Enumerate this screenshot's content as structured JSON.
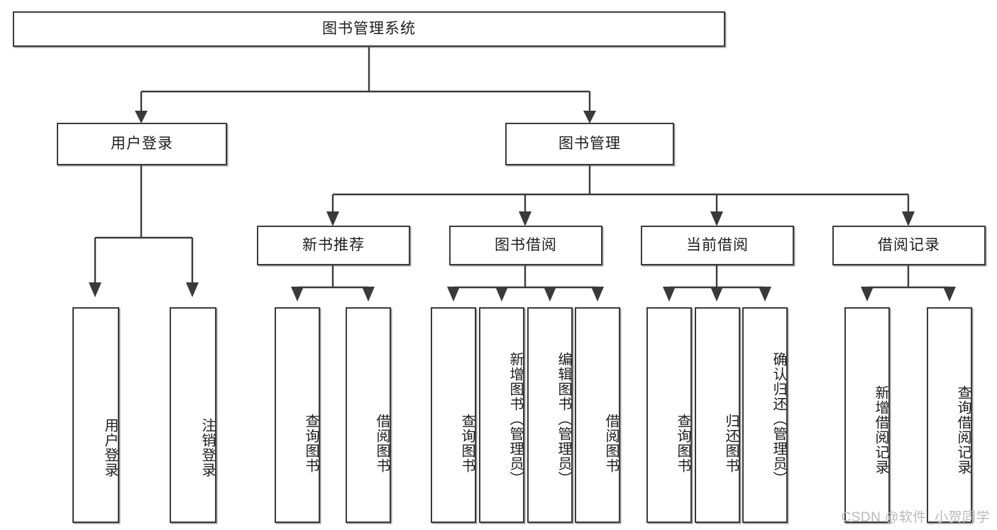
{
  "diagram": {
    "type": "tree-hierarchy",
    "title": "图书管理系统",
    "orientation": "top-down",
    "colors": {
      "box_border": "#3b3b3b",
      "box_fill": "#ffffff",
      "connector": "#3a3a3a",
      "text": "#1d1d1d",
      "watermark": "#b9b9b9"
    },
    "nodes": {
      "root": {
        "label": "图书管理系统"
      },
      "level2": [
        {
          "id": "user-login",
          "label": "用户登录"
        },
        {
          "id": "book-management",
          "label": "图书管理"
        }
      ],
      "level3": [
        {
          "id": "new-book-recommend",
          "label": "新书推荐"
        },
        {
          "id": "book-borrow",
          "label": "图书借阅"
        },
        {
          "id": "current-borrow",
          "label": "当前借阅"
        },
        {
          "id": "borrow-record",
          "label": "借阅记录"
        }
      ],
      "leaves": {
        "user-login": [
          {
            "id": "leaf-user-login",
            "label": "用户登录"
          },
          {
            "id": "leaf-user-logout",
            "label": "注销登录"
          }
        ],
        "new-book-recommend": [
          {
            "id": "leaf-query-book-1",
            "label": "查询图书"
          },
          {
            "id": "leaf-borrow-book-1",
            "label": "借阅图书"
          }
        ],
        "book-borrow": [
          {
            "id": "leaf-query-book-2",
            "label": "查询图书"
          },
          {
            "id": "leaf-add-book",
            "label": "新增图书（管理员）"
          },
          {
            "id": "leaf-edit-book",
            "label": "编辑图书（管理员）"
          },
          {
            "id": "leaf-borrow-book-2",
            "label": "借阅图书"
          }
        ],
        "current-borrow": [
          {
            "id": "leaf-query-book-3",
            "label": "查询图书"
          },
          {
            "id": "leaf-return-book",
            "label": "归还图书"
          },
          {
            "id": "leaf-confirm-return",
            "label": "确认归还（管理员）"
          }
        ],
        "borrow-record": [
          {
            "id": "leaf-add-record",
            "label": "新增借阅记录"
          },
          {
            "id": "leaf-query-record",
            "label": "查询借阅记录"
          }
        ]
      }
    }
  },
  "watermark": {
    "text": "CSDN @软件_小贺同学"
  }
}
